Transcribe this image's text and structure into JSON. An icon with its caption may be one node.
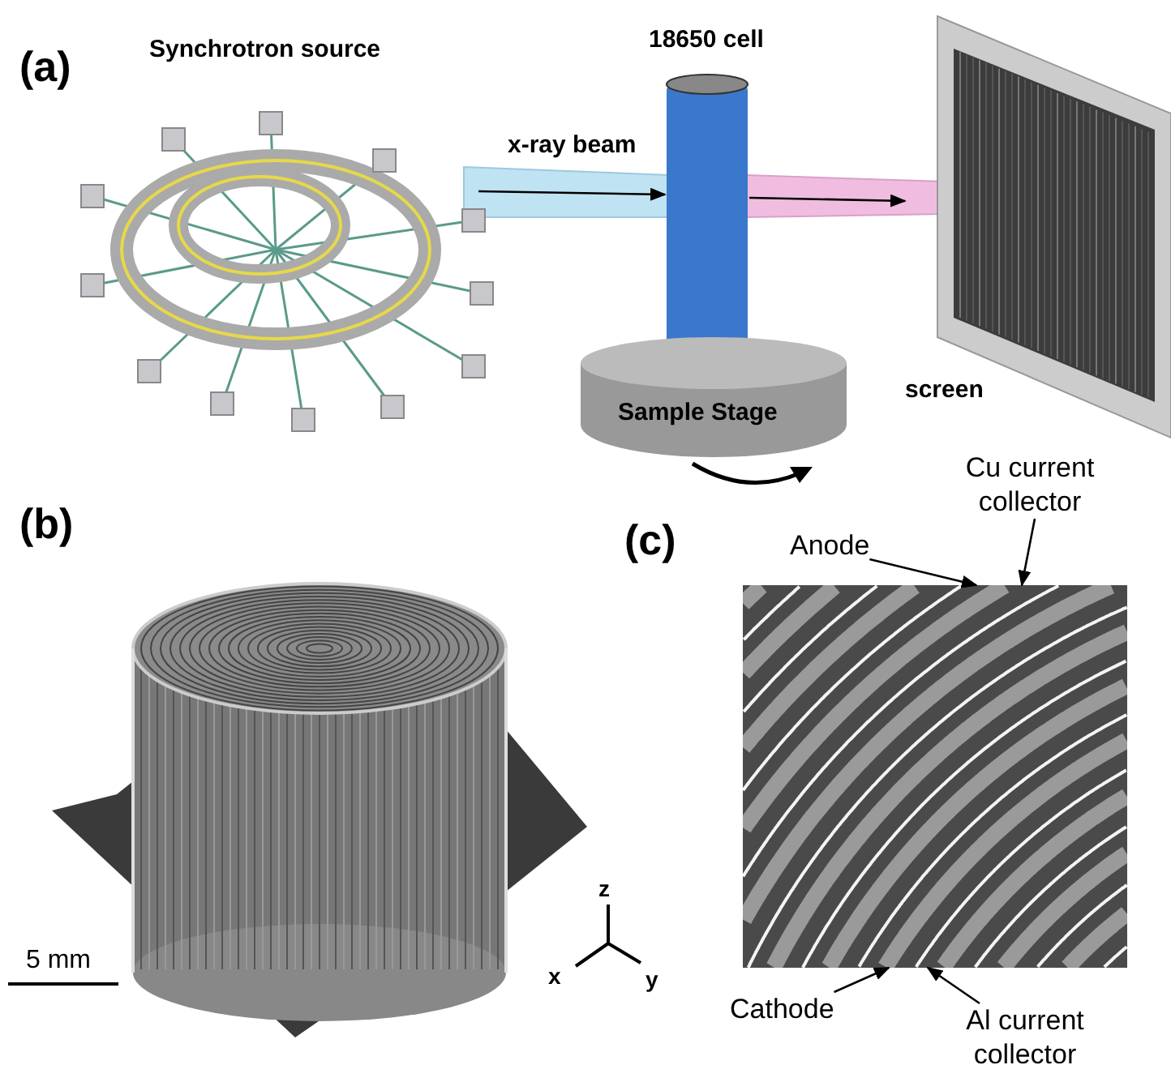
{
  "diagram": {
    "nodes": [
      {
        "text": [
          "Synchrotron source"
        ]
      },
      {
        "text": [
          "18650 cell"
        ]
      },
      {
        "text": [
          "screen"
        ]
      },
      {
        "text": [
          "Sample Stage"
        ]
      },
      {
        "text": [
          "Anode"
        ]
      },
      {
        "text": [
          "Cu current collector"
        ]
      },
      {
        "text": [
          "Cathode"
        ]
      },
      {
        "text": [
          "Al current collector"
        ]
      },
      {
        "text": [],
        "shape": "picture"
      }
    ],
    "edges": [
      {
        "from": 0,
        "to": 1,
        "arrow": "to",
        "label": "x-ray beam"
      },
      {
        "from": 1,
        "to": 2,
        "arrow": "to"
      },
      {
        "from": 4,
        "to": 8,
        "arrow": "to"
      },
      {
        "from": 5,
        "to": 8,
        "arrow": "to"
      },
      {
        "from": 6,
        "to": 8,
        "arrow": "to"
      },
      {
        "from": 7,
        "to": 8,
        "arrow": "to"
      }
    ],
    "labels": [
      "(a)",
      "(b)",
      "(c)",
      "5 mm",
      "z",
      "x",
      "y"
    ]
  }
}
